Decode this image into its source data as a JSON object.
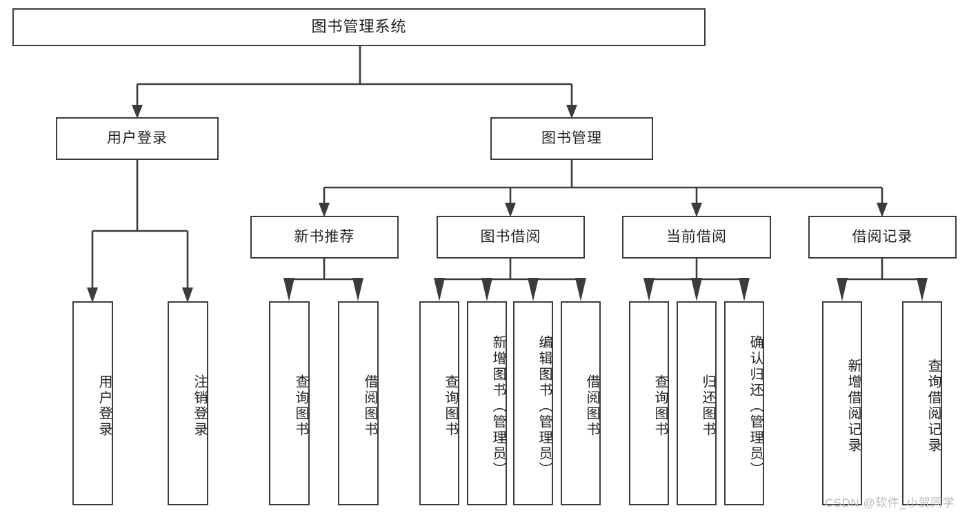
{
  "diagram": {
    "type": "tree-hierarchy-chart",
    "title": "图书管理系统",
    "stroke_color": "#3b3b3b",
    "background_color": "#ffffff",
    "text_color": "#222222",
    "root": {
      "id": "root",
      "label": "图书管理系统"
    },
    "level2": [
      {
        "id": "user-login",
        "label": "用户登录"
      },
      {
        "id": "book-manage",
        "label": "图书管理"
      }
    ],
    "level3": [
      {
        "id": "new-book-recommend",
        "label": "新书推荐",
        "parent": "book-manage"
      },
      {
        "id": "book-borrow",
        "label": "图书借阅",
        "parent": "book-manage"
      },
      {
        "id": "current-borrow",
        "label": "当前借阅",
        "parent": "book-manage"
      },
      {
        "id": "borrow-record",
        "label": "借阅记录",
        "parent": "book-manage"
      }
    ],
    "leaves": [
      {
        "id": "leaf-user-login",
        "label": "用户登录",
        "parent": "user-login"
      },
      {
        "id": "leaf-logout",
        "label": "注销登录",
        "parent": "user-login"
      },
      {
        "id": "leaf-query-book-1",
        "label": "查询图书",
        "parent": "new-book-recommend"
      },
      {
        "id": "leaf-borrow-book-1",
        "label": "借阅图书",
        "parent": "new-book-recommend"
      },
      {
        "id": "leaf-query-book-2",
        "label": "查询图书",
        "parent": "book-borrow"
      },
      {
        "id": "leaf-add-book",
        "label": "新增图书（管理员）",
        "parent": "book-borrow"
      },
      {
        "id": "leaf-edit-book",
        "label": "编辑图书（管理员）",
        "parent": "book-borrow"
      },
      {
        "id": "leaf-borrow-book-2",
        "label": "借阅图书",
        "parent": "book-borrow"
      },
      {
        "id": "leaf-query-book-3",
        "label": "查询图书",
        "parent": "current-borrow"
      },
      {
        "id": "leaf-return-book",
        "label": "归还图书",
        "parent": "current-borrow"
      },
      {
        "id": "leaf-confirm-return",
        "label": "确认归还（管理员）",
        "parent": "current-borrow"
      },
      {
        "id": "leaf-add-record",
        "label": "新增借阅记录",
        "parent": "borrow-record"
      },
      {
        "id": "leaf-query-record",
        "label": "查询借阅记录",
        "parent": "borrow-record"
      }
    ],
    "watermark": "CSDN @软件_小贺同学"
  }
}
